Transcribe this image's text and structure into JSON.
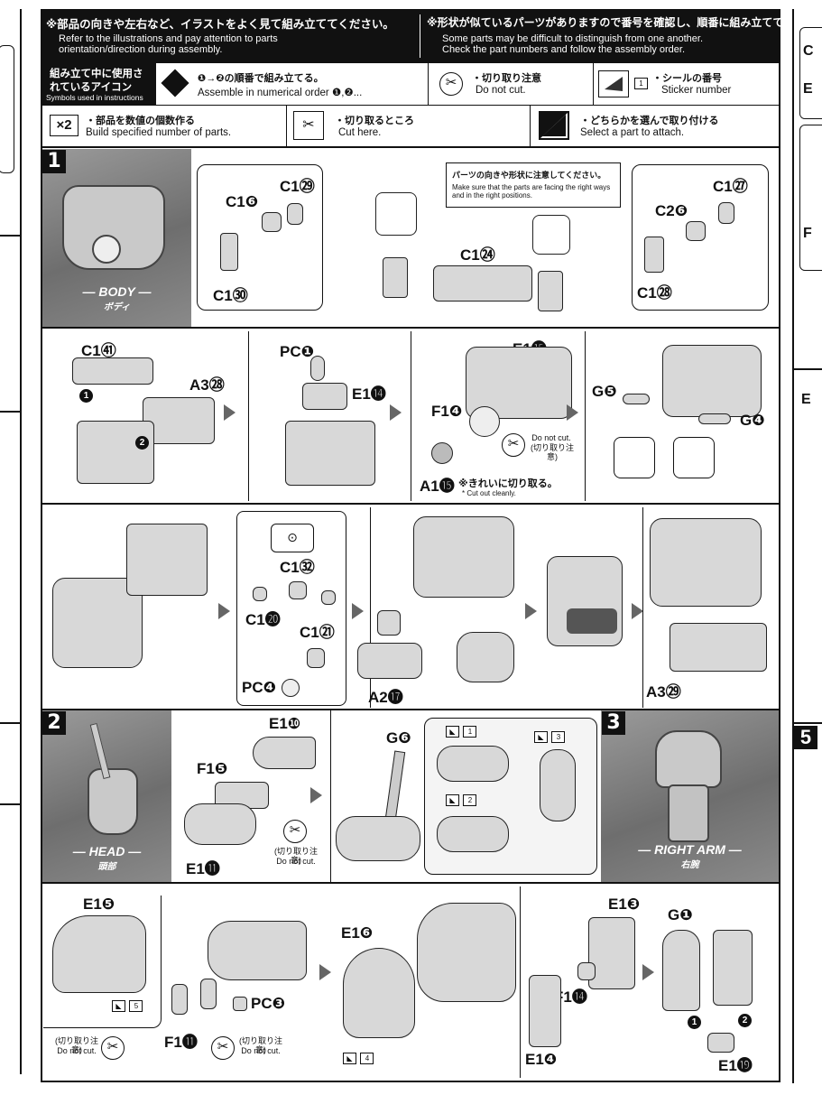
{
  "header": {
    "jp_left": "※部品の向きや左右など、イラストをよく見て組み立ててください。",
    "en_left": "Refer to the illustrations and pay attention to parts\norientation/direction during assembly.",
    "jp_right": "※形状が似ているパーツがありますので番号を確認し、順番に組み立ててください。",
    "en_right": "Some parts may be difficult to distinguish from one another.\nCheck the part numbers and follow the assembly order."
  },
  "icons": {
    "legend_jp": "組み立て中に使用されているアイコン",
    "legend_en": "Symbols used in instructions",
    "order_jp": "❶→❷の順番で組み立てる。",
    "order_en": "Assemble in numerical order ❶,❷...",
    "donotcut_jp": "・切り取り注意",
    "donotcut_en": "Do not cut.",
    "sticker_box": "1",
    "sticker_jp": "・シールの番号",
    "sticker_en": "Sticker number",
    "x2": "×2",
    "build_jp": "・部品を数値の個数作る",
    "build_en": "Build specified number of parts.",
    "cut_jp": "・切り取るところ",
    "cut_en": "Cut here.",
    "select_jp": "・どちらかを選んで取り付ける",
    "select_en": "Select a part to attach."
  },
  "step1": {
    "num": "1",
    "caption_en": "— BODY —",
    "caption_jp": "ボディ",
    "notice_jp": "パーツの向きや形状に注意してください。",
    "notice_en": "Make sure that the parts are facing the right ways and in the right positions.",
    "labels": [
      "C1㉙",
      "C1❻",
      "C1㉚",
      "C1㉔",
      "C2❻",
      "C1㉗",
      "C1㉘"
    ]
  },
  "row2": {
    "labels": [
      "C1㊶",
      "A3㉘",
      "PC❶",
      "E1⓮",
      "E1⓯",
      "F1❹",
      "A1⓯",
      "G❺",
      "G❹"
    ],
    "donotcut": "Do not cut.",
    "donotcut_jp": "(切り取り注意)",
    "cutclean_jp": "※きれいに切り取る。",
    "cutclean_en": "* Cut out cleanly."
  },
  "row3": {
    "labels": [
      "C1㉜",
      "C1⓴",
      "C1㉑",
      "PC❹",
      "A2⓱",
      "A3㉙"
    ]
  },
  "step2": {
    "num": "2",
    "caption_en": "— HEAD —",
    "caption_jp": "頭部",
    "labels": [
      "E1❿",
      "F1❺",
      "E1⓫",
      "G❻"
    ],
    "donotcut_jp": "(切り取り注意)",
    "donotcut_en": "Do not cut.",
    "stickers": [
      "1",
      "2",
      "3"
    ]
  },
  "step3": {
    "num": "3",
    "caption_en": "— RIGHT ARM —",
    "caption_jp": "右腕"
  },
  "row5": {
    "labels": [
      "E1❺",
      "PC❸",
      "F1⓫",
      "E1❻",
      "E1❸",
      "F1⓮",
      "E1❹",
      "G❶",
      "E1⓳"
    ],
    "donotcut_jp": "(切り取り注意)",
    "donotcut_en": "Do not cut.",
    "stickers": [
      "5",
      "4"
    ]
  },
  "right_edge": {
    "letters": [
      "C",
      "E",
      "F",
      "E"
    ],
    "step5": "5"
  }
}
